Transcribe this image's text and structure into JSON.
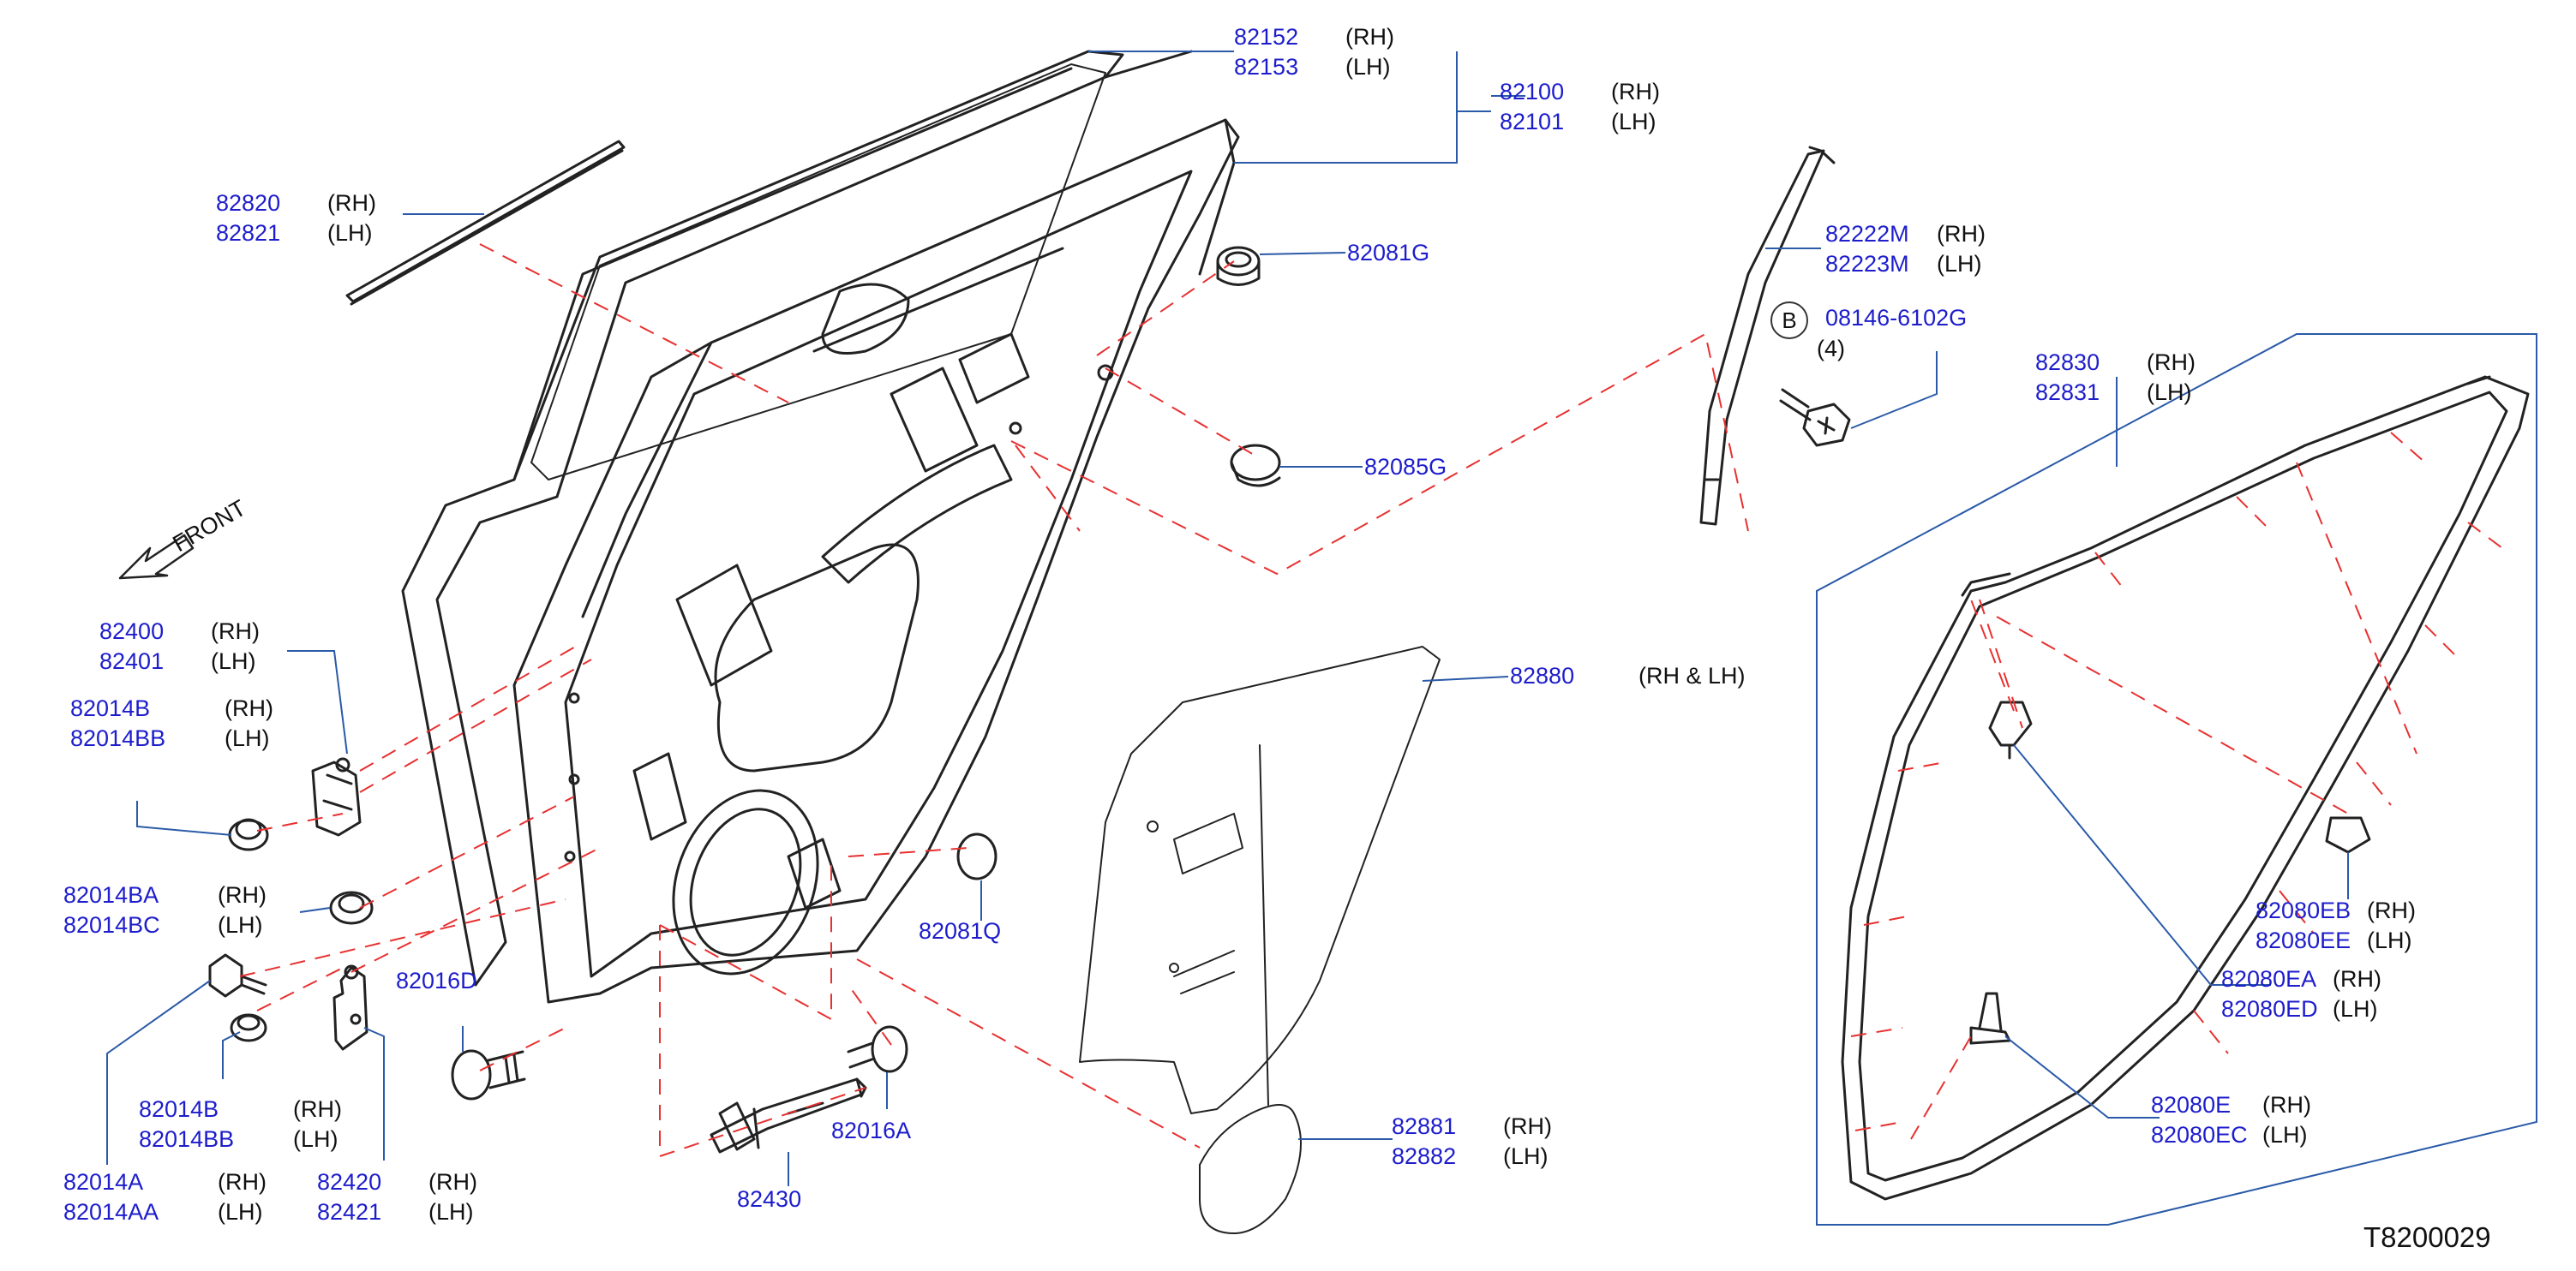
{
  "reference_code": "T8200029",
  "front_label": "FRONT",
  "bolt_marker": "B",
  "bolt_qty": "(4)",
  "callouts": [
    {
      "id": "c82152",
      "rows": [
        {
          "pn": "82152",
          "side": "(RH)"
        },
        {
          "pn": "82153",
          "side": "(LH)"
        }
      ]
    },
    {
      "id": "c82100",
      "rows": [
        {
          "pn": "82100",
          "side": "(RH)"
        },
        {
          "pn": "82101",
          "side": "(LH)"
        }
      ]
    },
    {
      "id": "c82820",
      "rows": [
        {
          "pn": "82820",
          "side": "(RH)"
        },
        {
          "pn": "82821",
          "side": "(LH)"
        }
      ]
    },
    {
      "id": "c82081G",
      "rows": [
        {
          "pn": "82081G",
          "side": ""
        }
      ]
    },
    {
      "id": "c82085G",
      "rows": [
        {
          "pn": "82085G",
          "side": ""
        }
      ]
    },
    {
      "id": "c82222M",
      "rows": [
        {
          "pn": "82222M",
          "side": "(RH)"
        },
        {
          "pn": "82223M",
          "side": "(LH)"
        }
      ]
    },
    {
      "id": "c08146",
      "rows": [
        {
          "pn": "08146-6102G",
          "side": ""
        }
      ]
    },
    {
      "id": "c82830",
      "rows": [
        {
          "pn": "82830",
          "side": "(RH)"
        },
        {
          "pn": "82831",
          "side": "(LH)"
        }
      ]
    },
    {
      "id": "c82400",
      "rows": [
        {
          "pn": "82400",
          "side": "(RH)"
        },
        {
          "pn": "82401",
          "side": "(LH)"
        }
      ]
    },
    {
      "id": "c82014B",
      "rows": [
        {
          "pn": "82014B",
          "side": "(RH)"
        },
        {
          "pn": "82014BB",
          "side": "(LH)"
        }
      ]
    },
    {
      "id": "c82880",
      "rows": [
        {
          "pn": "82880",
          "side": "(RH   &   LH)"
        }
      ]
    },
    {
      "id": "c82014BA",
      "rows": [
        {
          "pn": "82014BA",
          "side": "(RH)"
        },
        {
          "pn": "82014BC",
          "side": "(LH)"
        }
      ]
    },
    {
      "id": "c82081Q",
      "rows": [
        {
          "pn": "82081Q",
          "side": ""
        }
      ]
    },
    {
      "id": "c82016D",
      "rows": [
        {
          "pn": "82016D",
          "side": ""
        }
      ]
    },
    {
      "id": "c82080EB",
      "rows": [
        {
          "pn": "82080EB",
          "side": "(RH)"
        },
        {
          "pn": "82080EE",
          "side": "(LH)"
        }
      ]
    },
    {
      "id": "c82080EA",
      "rows": [
        {
          "pn": "82080EA",
          "side": "(RH)"
        },
        {
          "pn": "82080ED",
          "side": "(LH)"
        }
      ]
    },
    {
      "id": "c82014B2",
      "rows": [
        {
          "pn": "82014B",
          "side": "(RH)"
        },
        {
          "pn": "82014BB",
          "side": "(LH)"
        }
      ]
    },
    {
      "id": "c82016A",
      "rows": [
        {
          "pn": "82016A",
          "side": ""
        }
      ]
    },
    {
      "id": "c82080E",
      "rows": [
        {
          "pn": "82080E",
          "side": "(RH)"
        },
        {
          "pn": "82080EC",
          "side": "(LH)"
        }
      ]
    },
    {
      "id": "c82881",
      "rows": [
        {
          "pn": "82881",
          "side": "(RH)"
        },
        {
          "pn": "82882",
          "side": "(LH)"
        }
      ]
    },
    {
      "id": "c82014A",
      "rows": [
        {
          "pn": "82014A",
          "side": "(RH)"
        },
        {
          "pn": "82014AA",
          "side": "(LH)"
        }
      ]
    },
    {
      "id": "c82420",
      "rows": [
        {
          "pn": "82420",
          "side": "(RH)"
        },
        {
          "pn": "82421",
          "side": "(LH)"
        }
      ]
    },
    {
      "id": "c82430",
      "rows": [
        {
          "pn": "82430",
          "side": ""
        }
      ]
    }
  ]
}
